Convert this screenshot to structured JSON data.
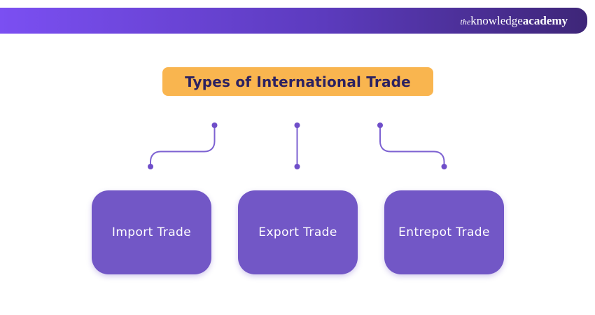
{
  "header": {
    "logo_the": "the",
    "logo_knowledge": "knowledge",
    "logo_academy": "academy",
    "gradient_from": "#7B4FF2",
    "gradient_to": "#3E2678"
  },
  "title": {
    "label": "Types of International Trade",
    "bg_color": "#F9B54F",
    "text_color": "#2B2161"
  },
  "diagram": {
    "connector_color": "#7D62D2",
    "dot_color": "#6F4EC9",
    "node_bg_color": "#7257C6",
    "node_text_color": "#FFFFFF",
    "nodes": [
      {
        "label": "Import Trade"
      },
      {
        "label": "Export Trade"
      },
      {
        "label": "Entrepot Trade"
      }
    ]
  }
}
